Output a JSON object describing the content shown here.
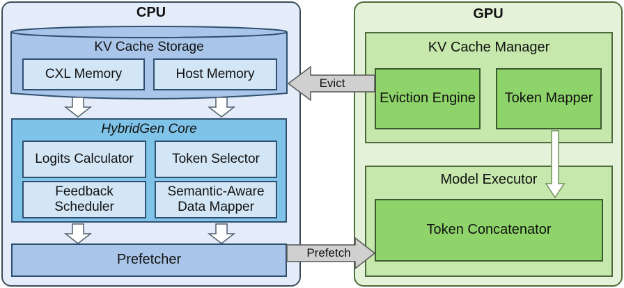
{
  "cpu": {
    "title": "CPU",
    "kv_storage": {
      "label": "KV Cache Storage",
      "cxl": "CXL Memory",
      "host": "Host Memory"
    },
    "core": {
      "label": "HybridGen Core",
      "logits": "Logits Calculator",
      "token_selector": "Token Selector",
      "feedback": "Feedback Scheduler",
      "mapper": "Semantic-Aware Data Mapper"
    },
    "prefetcher": "Prefetcher"
  },
  "gpu": {
    "title": "GPU",
    "kv_manager": {
      "label": "KV Cache Manager",
      "eviction": "Eviction Engine",
      "token_mapper": "Token Mapper"
    },
    "executor": {
      "label": "Model Executor",
      "concat": "Token Concatenator"
    }
  },
  "arrows": {
    "evict": "Evict",
    "prefetch": "Prefetch"
  },
  "colors": {
    "cpu_panel": "#e3ecf8",
    "gpu_panel": "#e4f2d9",
    "storage": "#a9c6ea",
    "core": "#7fc4e8",
    "gpu_block": "#8ed46a"
  }
}
